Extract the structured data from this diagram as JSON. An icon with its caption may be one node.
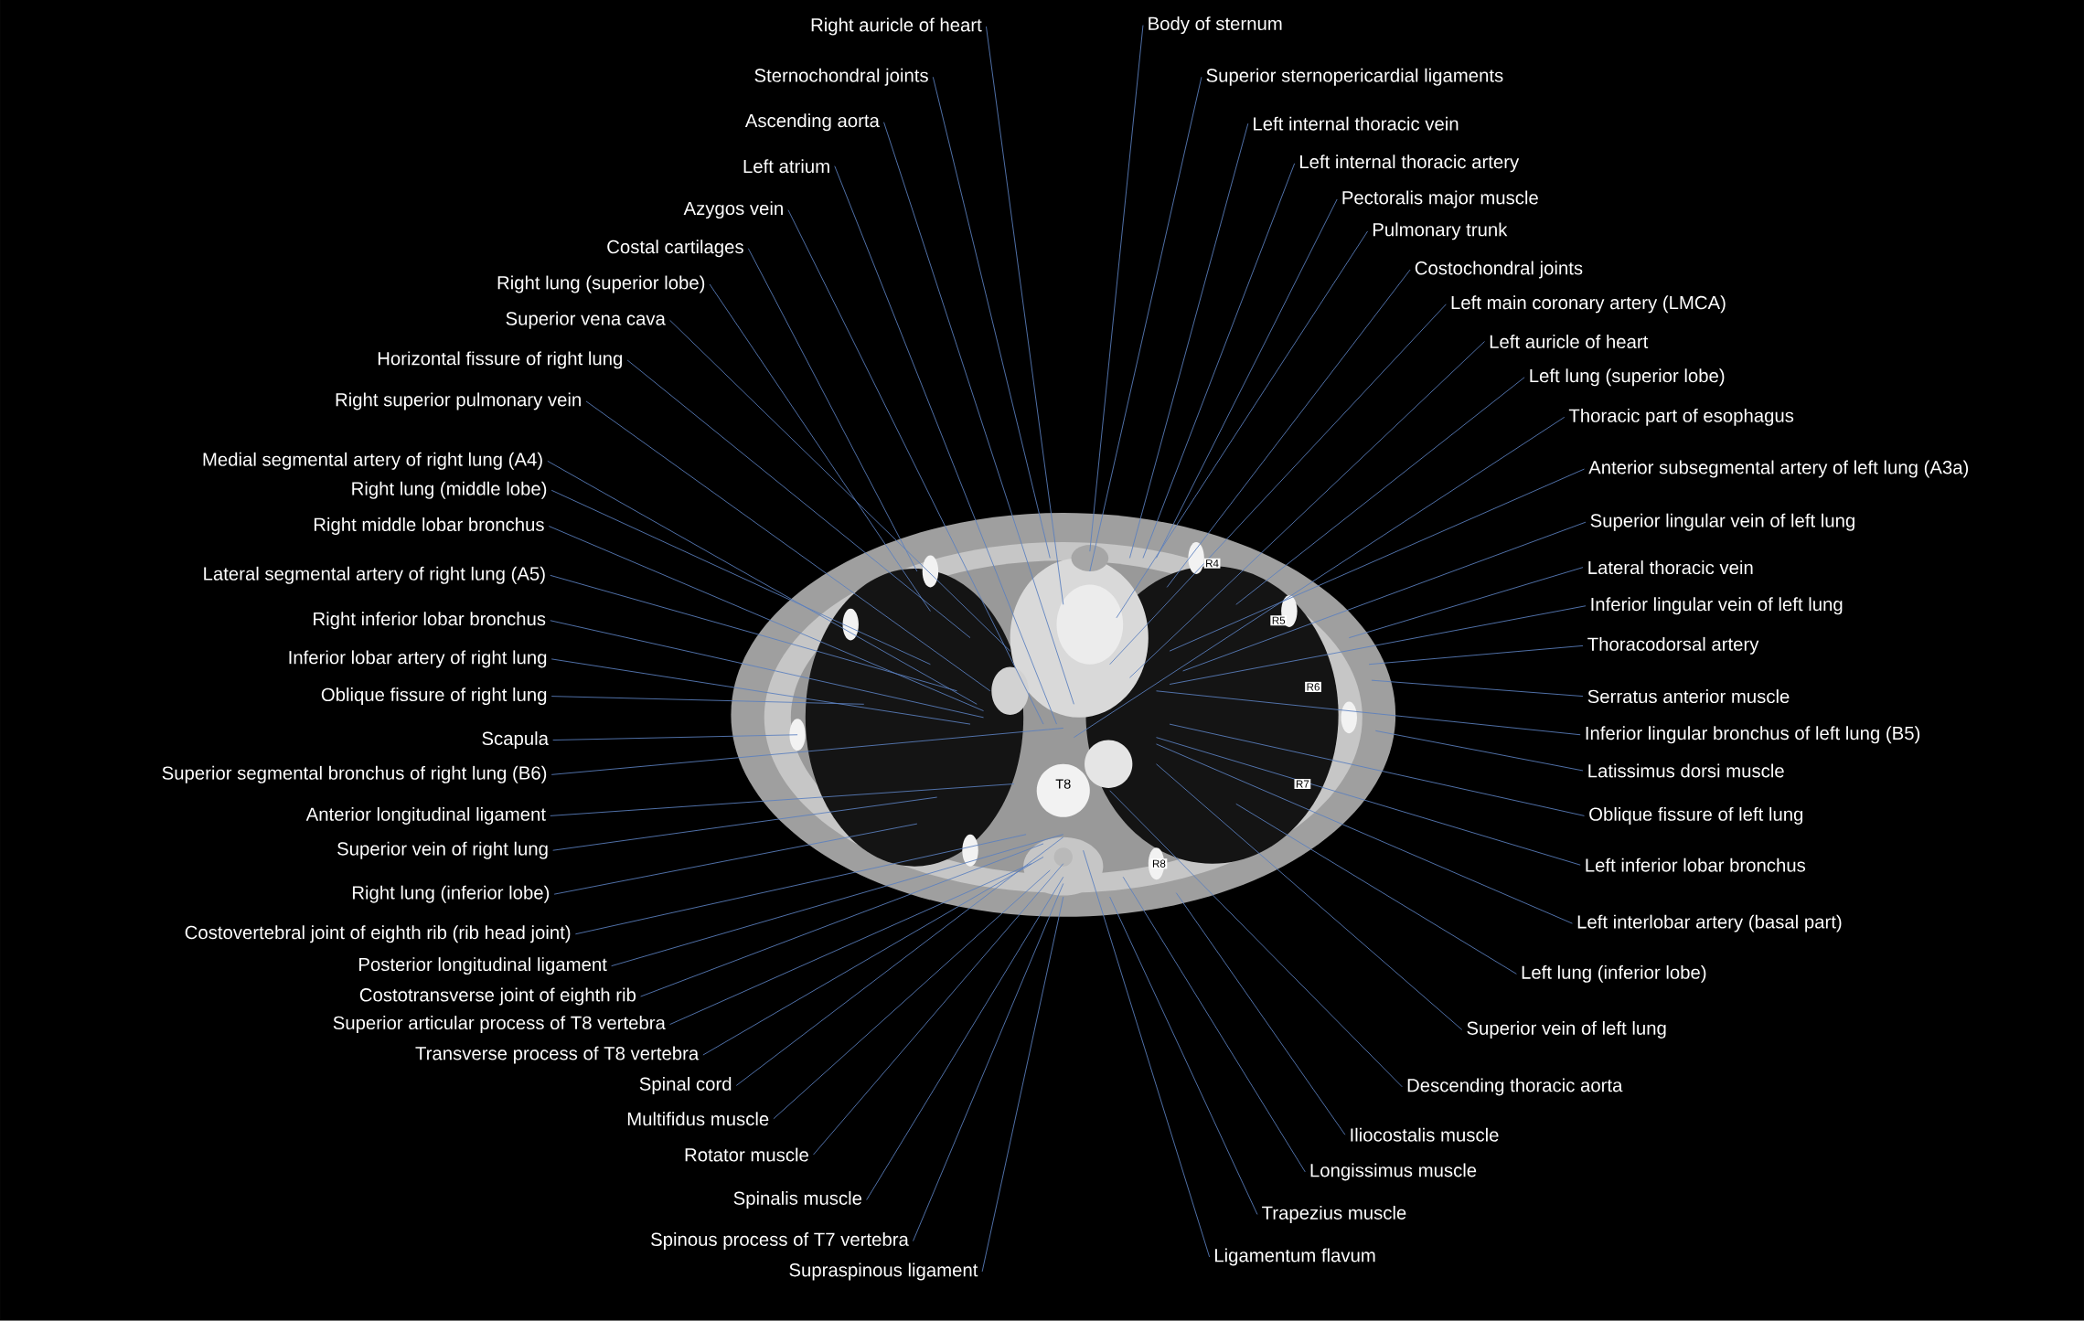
{
  "diagram": {
    "nodes": [
      {
        "text": [
          "Right auricle of heart"
        ]
      },
      {
        "text": [
          "Sternochondral joints"
        ]
      },
      {
        "text": [
          "Ascending aorta"
        ]
      },
      {
        "text": [
          "Left atrium"
        ]
      },
      {
        "text": [
          "Azygos vein"
        ]
      },
      {
        "text": [
          "Costal cartilages"
        ]
      },
      {
        "text": [
          "Right lung (superior lobe)"
        ]
      },
      {
        "text": [
          "Superior vena cava"
        ]
      },
      {
        "text": [
          "Horizontal fissure of right lung"
        ]
      },
      {
        "text": [
          "Right superior pulmonary vein"
        ]
      },
      {
        "text": [
          "Medial segmental artery of right lung (A4)"
        ]
      },
      {
        "text": [
          "Right lung (middle lobe)"
        ]
      },
      {
        "text": [
          "Right middle lobar bronchus"
        ]
      },
      {
        "text": [
          "Lateral segmental artery of right lung (A5)"
        ]
      },
      {
        "text": [
          "Right inferior lobar bronchus"
        ]
      },
      {
        "text": [
          "Inferior lobar artery of right lung"
        ]
      },
      {
        "text": [
          "Oblique fissure of right lung"
        ]
      },
      {
        "text": [
          "Scapula"
        ]
      },
      {
        "text": [
          "Superior segmental bronchus of right lung (B6)"
        ]
      },
      {
        "text": [
          "Anterior longitudinal ligament"
        ]
      },
      {
        "text": [
          "Superior vein of right lung"
        ]
      },
      {
        "text": [
          "Right lung (inferior lobe)"
        ]
      },
      {
        "text": [
          "Costovertebral joint of eighth rib (rib head joint)"
        ]
      },
      {
        "text": [
          "Posterior longitudinal ligament"
        ]
      },
      {
        "text": [
          "Costotransverse joint of eighth rib"
        ]
      },
      {
        "text": [
          "Superior articular process of T8 vertebra"
        ]
      },
      {
        "text": [
          "Transverse process of T8 vertebra"
        ]
      },
      {
        "text": [
          "Spinal cord"
        ]
      },
      {
        "text": [
          "Multifidus muscle"
        ]
      },
      {
        "text": [
          "Rotator muscle"
        ]
      },
      {
        "text": [
          "Spinalis muscle"
        ]
      },
      {
        "text": [
          "Spinous process of T7 vertebra"
        ]
      },
      {
        "text": [
          "Supraspinous ligament"
        ]
      },
      {
        "text": [
          "Body of sternum"
        ]
      },
      {
        "text": [
          "Superior sternopericardial ligaments"
        ]
      },
      {
        "text": [
          "Left internal thoracic vein"
        ]
      },
      {
        "text": [
          "Left internal thoracic artery"
        ]
      },
      {
        "text": [
          "Pectoralis major muscle"
        ]
      },
      {
        "text": [
          "Pulmonary trunk"
        ]
      },
      {
        "text": [
          "Costochondral joints"
        ]
      },
      {
        "text": [
          "Left main coronary artery (LMCA)"
        ]
      },
      {
        "text": [
          "Left auricle of heart"
        ]
      },
      {
        "text": [
          "Left lung (superior lobe)"
        ]
      },
      {
        "text": [
          "Thoracic part of esophagus"
        ]
      },
      {
        "text": [
          "Anterior subsegmental artery of left lung (A3a)"
        ]
      },
      {
        "text": [
          "Superior lingular vein of left lung"
        ]
      },
      {
        "text": [
          "Lateral thoracic vein"
        ]
      },
      {
        "text": [
          "Inferior lingular vein of left lung"
        ]
      },
      {
        "text": [
          "Thoracodorsal artery"
        ]
      },
      {
        "text": [
          "Serratus anterior muscle"
        ]
      },
      {
        "text": [
          "Inferior lingular bronchus of left lung (B5)"
        ]
      },
      {
        "text": [
          "Latissimus dorsi muscle"
        ]
      },
      {
        "text": [
          "Oblique fissure of left lung"
        ]
      },
      {
        "text": [
          "Left inferior lobar bronchus"
        ]
      },
      {
        "text": [
          "Left interlobar artery (basal part)"
        ]
      },
      {
        "text": [
          "Left lung (inferior lobe)"
        ]
      },
      {
        "text": [
          "Superior vein of left lung"
        ]
      },
      {
        "text": [
          "Descending thoracic aorta"
        ]
      },
      {
        "text": [
          "Iliocostalis muscle"
        ]
      },
      {
        "text": [
          "Longissimus muscle"
        ]
      },
      {
        "text": [
          "Trapezius muscle"
        ]
      },
      {
        "text": [
          "Ligamentum flavum"
        ]
      }
    ],
    "edges": [
      {
        "from": 0,
        "to": null,
        "arrow": "none"
      },
      {
        "from": 1,
        "to": null,
        "arrow": "none"
      },
      {
        "from": 2,
        "to": null,
        "arrow": "none"
      },
      {
        "from": 3,
        "to": null,
        "arrow": "none"
      },
      {
        "from": 4,
        "to": null,
        "arrow": "none"
      },
      {
        "from": 5,
        "to": null,
        "arrow": "none"
      },
      {
        "from": 6,
        "to": null,
        "arrow": "none"
      },
      {
        "from": 7,
        "to": null,
        "arrow": "none"
      },
      {
        "from": 8,
        "to": null,
        "arrow": "none"
      },
      {
        "from": 9,
        "to": null,
        "arrow": "none"
      },
      {
        "from": 10,
        "to": null,
        "arrow": "none"
      },
      {
        "from": 11,
        "to": null,
        "arrow": "none"
      },
      {
        "from": 12,
        "to": null,
        "arrow": "none"
      },
      {
        "from": 13,
        "to": null,
        "arrow": "none"
      },
      {
        "from": 14,
        "to": null,
        "arrow": "none"
      },
      {
        "from": 15,
        "to": null,
        "arrow": "none"
      },
      {
        "from": 16,
        "to": null,
        "arrow": "none"
      },
      {
        "from": 17,
        "to": null,
        "arrow": "none"
      },
      {
        "from": 18,
        "to": null,
        "arrow": "none"
      },
      {
        "from": 19,
        "to": null,
        "arrow": "none"
      },
      {
        "from": 20,
        "to": null,
        "arrow": "none"
      },
      {
        "from": 21,
        "to": null,
        "arrow": "none"
      },
      {
        "from": 22,
        "to": null,
        "arrow": "none"
      },
      {
        "from": 23,
        "to": null,
        "arrow": "none"
      },
      {
        "from": 24,
        "to": null,
        "arrow": "none"
      },
      {
        "from": 25,
        "to": null,
        "arrow": "none"
      },
      {
        "from": 26,
        "to": null,
        "arrow": "none"
      },
      {
        "from": 27,
        "to": null,
        "arrow": "none"
      },
      {
        "from": 28,
        "to": null,
        "arrow": "none"
      },
      {
        "from": 29,
        "to": null,
        "arrow": "none"
      },
      {
        "from": 30,
        "to": null,
        "arrow": "none"
      },
      {
        "from": 31,
        "to": null,
        "arrow": "none"
      },
      {
        "from": 32,
        "to": null,
        "arrow": "none"
      },
      {
        "from": 33,
        "to": null,
        "arrow": "none"
      },
      {
        "from": 34,
        "to": null,
        "arrow": "none"
      },
      {
        "from": 35,
        "to": null,
        "arrow": "none"
      },
      {
        "from": 36,
        "to": null,
        "arrow": "none"
      },
      {
        "from": 37,
        "to": null,
        "arrow": "none"
      },
      {
        "from": 38,
        "to": null,
        "arrow": "none"
      },
      {
        "from": 39,
        "to": null,
        "arrow": "none"
      },
      {
        "from": 40,
        "to": null,
        "arrow": "none"
      },
      {
        "from": 41,
        "to": null,
        "arrow": "none"
      },
      {
        "from": 42,
        "to": null,
        "arrow": "none"
      },
      {
        "from": 43,
        "to": null,
        "arrow": "none"
      },
      {
        "from": 44,
        "to": null,
        "arrow": "none"
      },
      {
        "from": 45,
        "to": null,
        "arrow": "none"
      },
      {
        "from": 46,
        "to": null,
        "arrow": "none"
      },
      {
        "from": 47,
        "to": null,
        "arrow": "none"
      },
      {
        "from": 48,
        "to": null,
        "arrow": "none"
      },
      {
        "from": 49,
        "to": null,
        "arrow": "none"
      },
      {
        "from": 50,
        "to": null,
        "arrow": "none"
      },
      {
        "from": 51,
        "to": null,
        "arrow": "none"
      },
      {
        "from": 52,
        "to": null,
        "arrow": "none"
      },
      {
        "from": 53,
        "to": null,
        "arrow": "none"
      },
      {
        "from": 54,
        "to": null,
        "arrow": "none"
      },
      {
        "from": 55,
        "to": null,
        "arrow": "none"
      },
      {
        "from": 56,
        "to": null,
        "arrow": "none"
      },
      {
        "from": 57,
        "to": null,
        "arrow": "none"
      },
      {
        "from": 58,
        "to": null,
        "arrow": "none"
      },
      {
        "from": 59,
        "to": null,
        "arrow": "none"
      },
      {
        "from": 60,
        "to": null,
        "arrow": "none"
      },
      {
        "from": 61,
        "to": null,
        "arrow": "none"
      }
    ],
    "labels": [
      "R4",
      "R5",
      "R6",
      "R7",
      "T8",
      "R8"
    ]
  }
}
